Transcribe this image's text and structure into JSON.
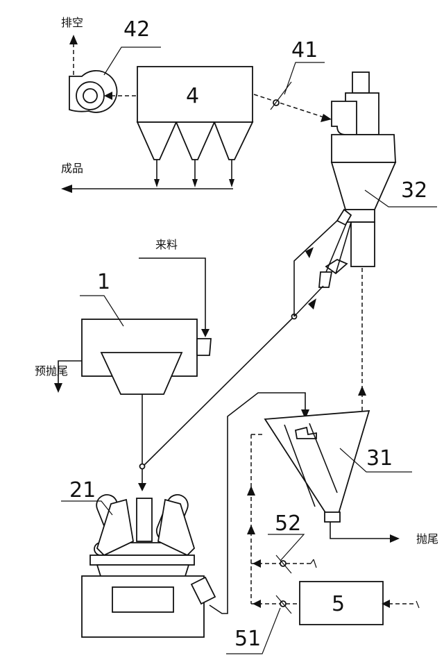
{
  "labels": {
    "exhaust": "排空",
    "product": "成品",
    "incoming": "来料",
    "pre_tailings": "预抛尾",
    "tailings": "抛尾"
  },
  "numbers": {
    "n1": "1",
    "n21": "21",
    "n31": "31",
    "n32": "32",
    "n4": "4",
    "n41": "41",
    "n42": "42",
    "n5": "5",
    "n51": "51",
    "n52": "52"
  }
}
